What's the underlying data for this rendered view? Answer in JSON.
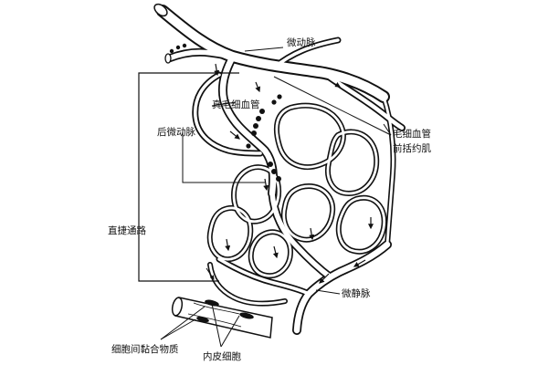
{
  "diagram": {
    "labels": {
      "arteriole": "微动脉",
      "true_capillary": "真毛细血管",
      "metarteriole": "后微动脉",
      "precapillary_sphincter_line1": "毛细血管",
      "precapillary_sphincter_line2": "前括约肌",
      "thoroughfare_channel": "直捷通路",
      "venule": "微静脉",
      "intercellular_cement": "细胞间黏合物质",
      "endothelial_cell": "内皮细胞"
    },
    "colors": {
      "ink": "#111111",
      "background": "#ffffff"
    }
  }
}
